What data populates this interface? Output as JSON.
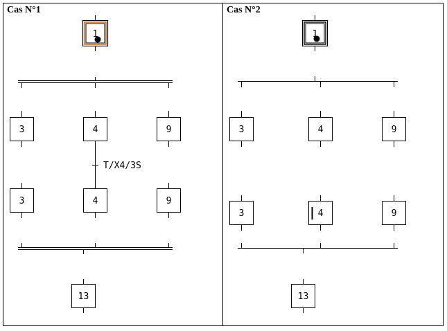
{
  "panels": [
    {
      "title": "Cas N°1",
      "steps": {
        "initial": "1",
        "top_row": [
          "3",
          "4",
          "9"
        ],
        "bottom_row": [
          "3",
          "4",
          "9"
        ],
        "final": "13"
      },
      "transition_label": "T/X4/3S"
    },
    {
      "title": "Cas N°2",
      "steps": {
        "initial": "1",
        "top_row": [
          "3",
          "4",
          "9"
        ],
        "bottom_row": [
          "3",
          "4",
          "9"
        ],
        "final": "13"
      }
    }
  ]
}
